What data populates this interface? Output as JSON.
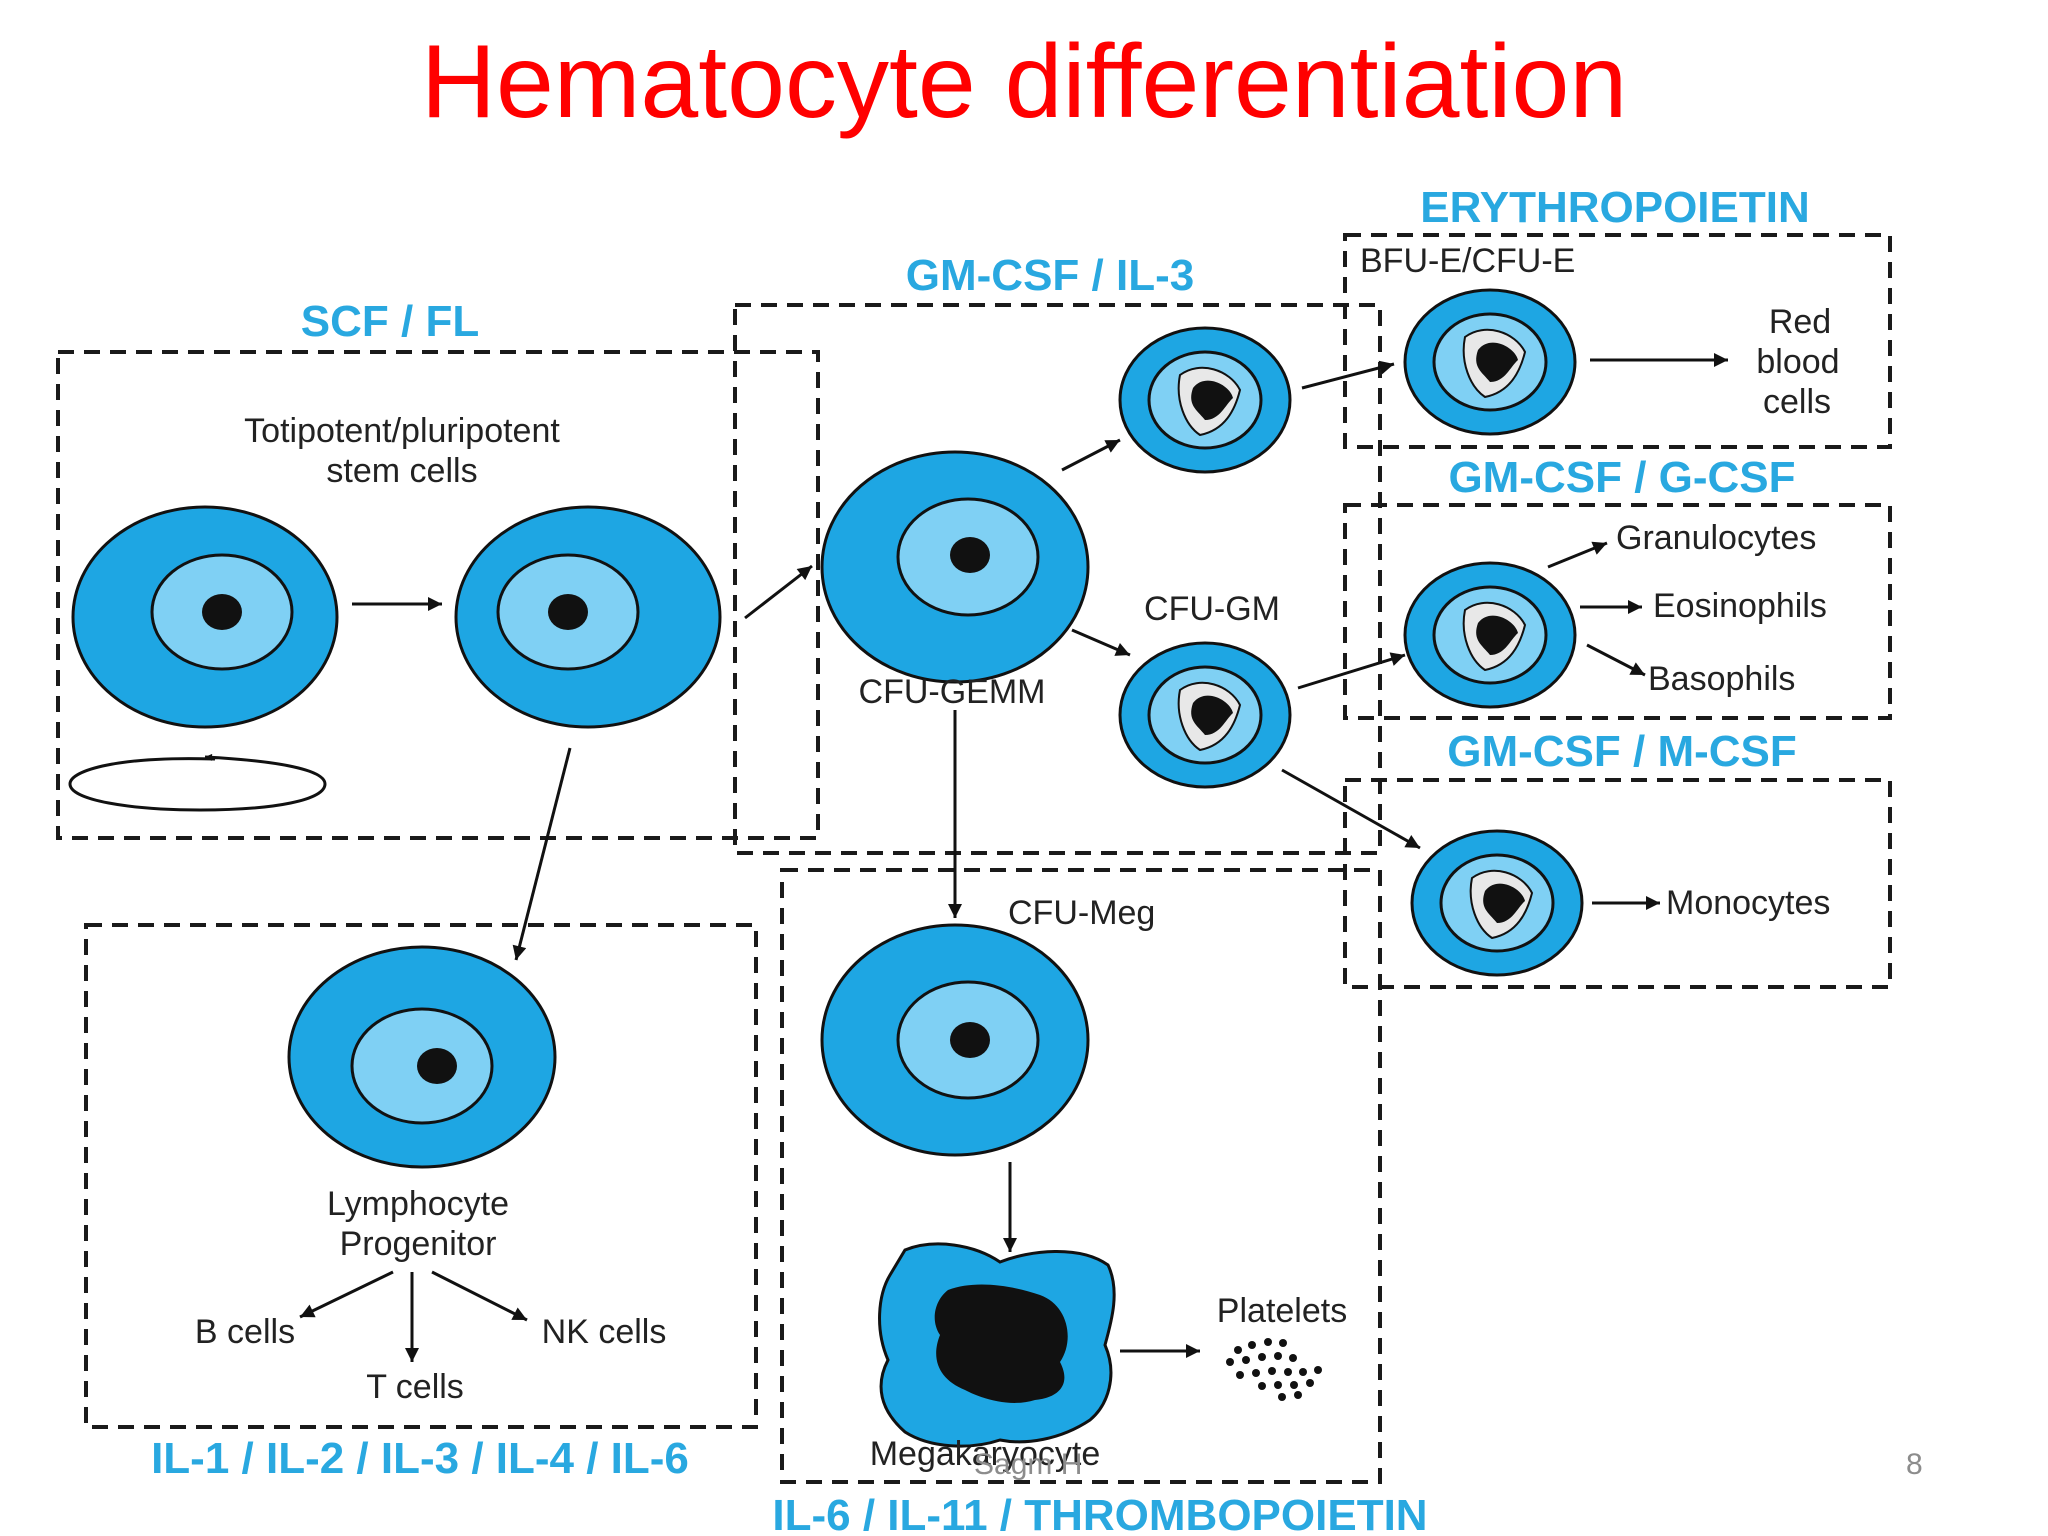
{
  "slide": {
    "title": "Hematocyte differentiation",
    "author": "Sagm H",
    "page_number": "8"
  },
  "colors": {
    "title": "#ff0000",
    "cytokine": "#29a8e0",
    "cell_outer": "#1ea6e3",
    "cell_inner": "#7fd0f4",
    "text": "#222222",
    "footer": "#8c8c8c"
  },
  "cytokines": {
    "scf_fl": "SCF / FL",
    "gm_csf_il3": "GM-CSF / IL-3",
    "erythropoietin": "ERYTHROPOIETIN",
    "gm_csf_g_csf": "GM-CSF / G-CSF",
    "gm_csf_m_csf": "GM-CSF / M-CSF",
    "lymphoid": "IL-1 / IL-2 / IL-3 / IL-4 / IL-6",
    "thrombopoietin": "IL-6 / IL-11 / THROMBOPOIETIN"
  },
  "labels": {
    "stem_cells_1": "Totipotent/pluripotent",
    "stem_cells_2": "stem cells",
    "cfu_gemm": "CFU-GEMM",
    "cfu_gm": "CFU-GM",
    "bfu_cfu_e": "BFU-E/CFU-E",
    "red_1": "Red",
    "red_2": "blood",
    "red_3": "cells",
    "granulocytes": "Granulocytes",
    "eosinophils": "Eosinophils",
    "basophils": "Basophils",
    "monocytes": "Monocytes",
    "cfu_meg": "CFU-Meg",
    "megakaryocyte": "Megakaryocyte",
    "platelets": "Platelets",
    "lymph_1": "Lymphocyte",
    "lymph_2": "Progenitor",
    "b_cells": "B cells",
    "t_cells": "T cells",
    "nk_cells": "NK cells"
  }
}
